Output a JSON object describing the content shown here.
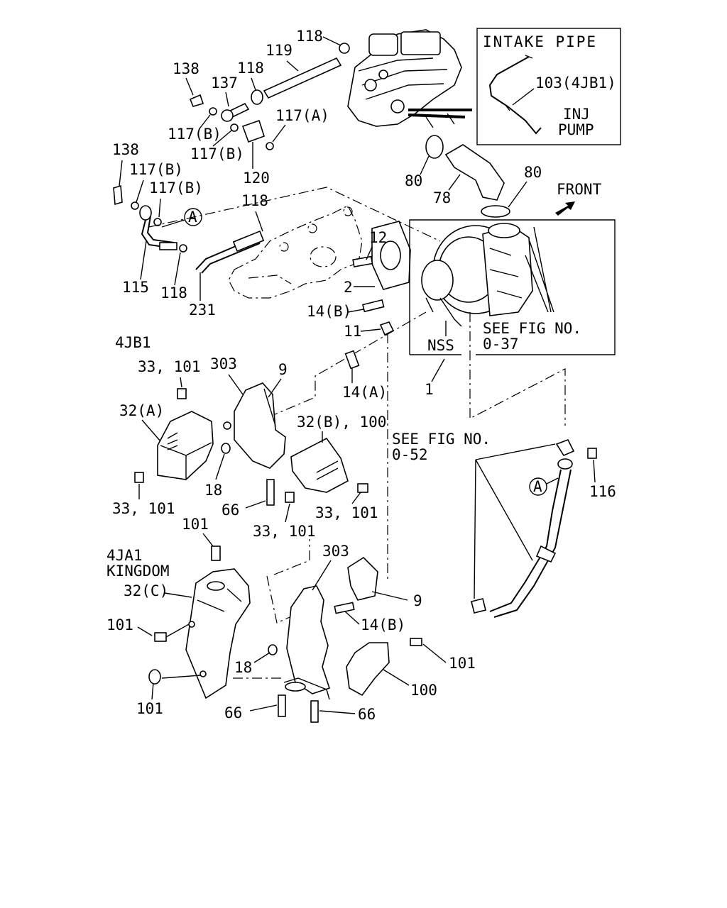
{
  "diagram": {
    "callouts": {
      "c118_top": "118",
      "c119": "119",
      "c138_a": "138",
      "c137": "137",
      "c118_b": "118",
      "c117b_1": "117(B)",
      "c117b_2": "117(B)",
      "c117a": "117(A)",
      "c120": "120",
      "c138_b": "138",
      "c117b_3": "117(B)",
      "c117b_4": "117(B)",
      "c118_c": "118",
      "c12": "12",
      "c2": "2",
      "c115": "115",
      "c118_d": "118",
      "c231": "231",
      "c14b_a": "14(B)",
      "c11": "11",
      "c80_a": "80",
      "c78": "78",
      "c80_b": "80",
      "c103": "103(4JB1)",
      "c1": "1",
      "c303_a": "303",
      "c9_a": "9",
      "c33101_a": "33, 101",
      "c32a": "32(A)",
      "c14a": "14(A)",
      "c32b100": "32(B), 100",
      "c33101_b": "33, 101",
      "c18_a": "18",
      "c66_a": "66",
      "c33101_c": "33, 101",
      "c33101_d": "33, 101",
      "c116": "116",
      "c101_a": "101",
      "c303_b": "303",
      "c32c": "32(C)",
      "c9_b": "9",
      "c101_b": "101",
      "c14b_b": "14(B)",
      "c101_c": "101",
      "c18_b": "18",
      "c100": "100",
      "c101_d": "101",
      "c66_b": "66",
      "c66_c": "66"
    },
    "texts": {
      "intake_pipe_title": "INTAKE PIPE",
      "inj": "INJ",
      "pump": "PUMP",
      "front": "FRONT",
      "see_fig_037_a": "SEE FIG NO.",
      "see_fig_037_b": "0-37",
      "nss": "NSS",
      "model_4jb1": "4JB1",
      "see_fig_052_a": "SEE FIG NO.",
      "see_fig_052_b": "0-52",
      "model_4ja1": "4JA1",
      "kingdom": "KINGDOM",
      "ref_a_1": "A",
      "ref_a_2": "A"
    }
  }
}
